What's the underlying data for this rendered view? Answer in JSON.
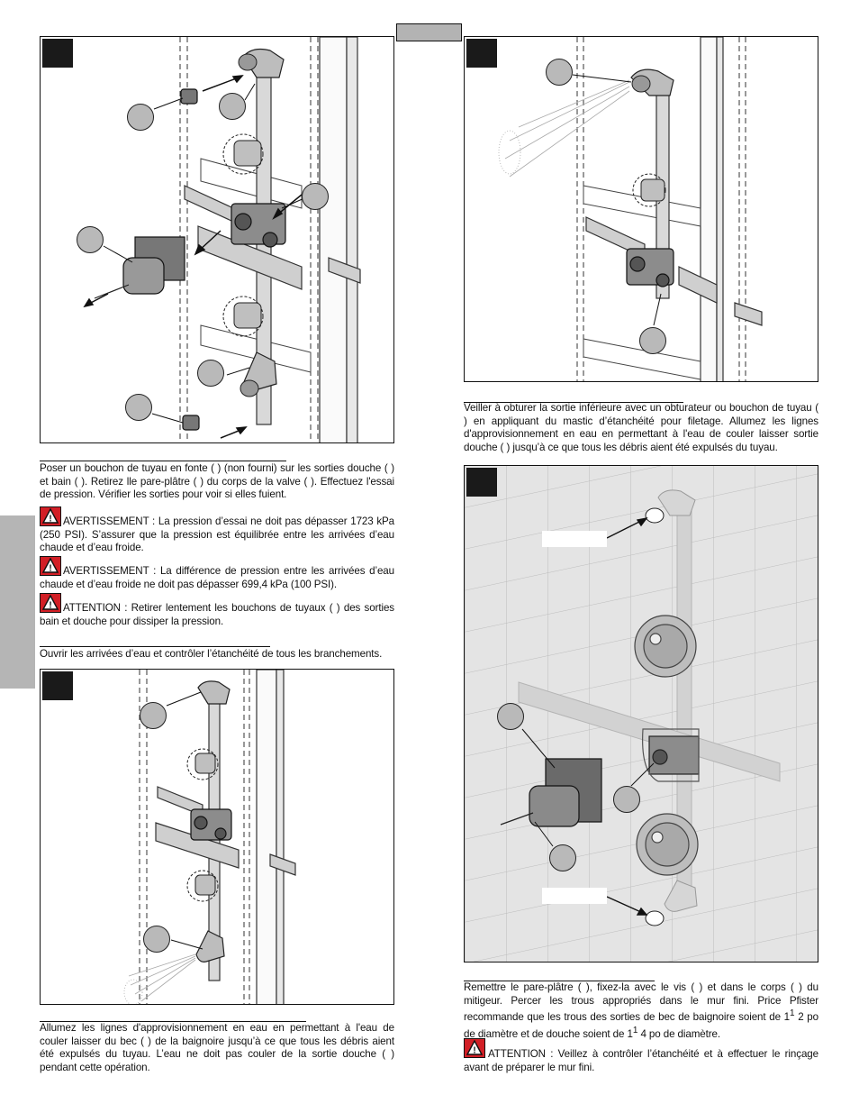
{
  "header": {
    "tab_label": ""
  },
  "side_tab": {
    "label": ""
  },
  "steps": {
    "step1": {
      "number": "",
      "heading": "",
      "body": "Poser un bouchon de tuyau en fonte (     ) (non fourni) sur les sorties douche (     ) et bain (     ). Retirez lle pare-plâtre (     ) du corps de la valve (     ). Effectuez l'essai de pression. Vérifier les sorties pour voir si elles fuient.",
      "warning1": "AVERTISSEMENT : La pression d’essai ne doit pas dépasser 1723 kPa (250 PSI). S’assurer que la pression est équilibrée entre les arrivées d’eau chaude et d’eau froide.",
      "warning2": "AVERTISSEMENT : La différence de pression entre les arrivées d’eau chaude et d’eau froide ne doit pas dépasser 699,4 kPa (100 PSI).",
      "caution": "ATTENTION : Retirer lentement les bouchons de tuyaux (     ) des sorties bain et douche pour dissiper la pression."
    },
    "step2": {
      "number": "",
      "heading": "",
      "body": "Ouvrir les arrivées d’eau et contrôler l’étanchéité de tous les branchements."
    },
    "step3": {
      "number": "",
      "heading": "",
      "body": "Allumez les lignes d'approvisionnement en eau en permettant à l'eau de couler laisser du bec (     ) de la baignoire jusqu’à ce que tous les débris aient été expulsés du tuyau. L’eau ne doit pas couler de la sortie douche (     ) pendant cette opération."
    },
    "step4": {
      "number": "",
      "heading": "",
      "body": "Veiller à obturer la sortie inférieure avec un obturateur ou bouchon de tuyau (     ) en appliquant du mastic d’étanchéité pour filetage. Allumez les lignes d'approvisionnement en eau en permettant à l'eau de couler laisser sortie douche (     ) jusqu’à ce que tous les débris aient été expulsés du tuyau."
    },
    "step5": {
      "number": "",
      "heading": "",
      "body_part1": "Remettre le pare-plâtre (     ), fixez-la avec le vis (     ) et dans le corps (     ) du mitigeur. Percer les trous appropriés dans le mur fini. Price Pfister recommande que les trous des sorties de bec de baignoire soient de 1",
      "frac1_num": "1",
      "frac1_den": "2",
      "body_part2": " po de diamètre et de douche soient de 1",
      "frac2_num": "1",
      "frac2_den": "4",
      "body_part3": " po de diamètre.",
      "caution": "ATTENTION :  Veillez à contrôler l’étanchéité et à effectuer le rinçage avant de préparer le mur fini."
    }
  },
  "icons": {
    "warning": "warning-triangle-icon",
    "brand_warning_color": "#d21f26"
  }
}
